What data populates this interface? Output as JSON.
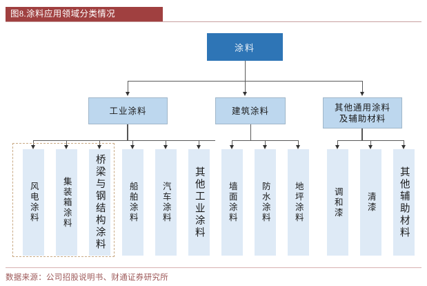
{
  "header": {
    "title": "图8.涂料应用领域分类情况",
    "bar_color": "#A04040",
    "text_color": "#FFFFFF"
  },
  "footer": {
    "source": "数据来源：公司招股说明书、财通证券研究所",
    "text_color": "#9C5757"
  },
  "colors": {
    "root_fill": "#2E75B6",
    "level2_fill": "#BDD7EE",
    "leaf_fill": "#DEEAF6",
    "connector": "#595959",
    "dashed_group": "#C8A882"
  },
  "chart_data": {
    "type": "diagram",
    "title": "图8.涂料应用领域分类情况",
    "root": "涂料",
    "branches": [
      {
        "label": "工业涂料",
        "children": [
          "风电涂料",
          "集装箱涂料",
          "桥梁与钢结构涂料",
          "船舶涂料",
          "汽车涂料",
          "其他工业涂料"
        ],
        "highlighted_children": [
          "风电涂料",
          "集装箱涂料",
          "桥梁与钢结构涂料"
        ]
      },
      {
        "label": "建筑涂料",
        "children": [
          "墙面涂料",
          "防水涂料",
          "地坪涂料"
        ]
      },
      {
        "label": "其他通用涂料及辅助材料",
        "children": [
          "调和漆",
          "清漆",
          "其他辅助材料"
        ]
      }
    ]
  },
  "diagram": {
    "root": {
      "label": "涂料"
    },
    "level2": [
      {
        "label_line1": "工业涂料",
        "label_line2": ""
      },
      {
        "label_line1": "建筑涂料",
        "label_line2": ""
      },
      {
        "label_line1": "其他通用涂料",
        "label_line2": "及辅助材料"
      }
    ],
    "leaves": [
      {
        "label": "风电涂料"
      },
      {
        "label": "集装箱涂料"
      },
      {
        "label": "桥梁与钢结构涂料"
      },
      {
        "label": "船舶涂料"
      },
      {
        "label": "汽车涂料"
      },
      {
        "label": "其他工业涂料"
      },
      {
        "label": "墙面涂料"
      },
      {
        "label": "防水涂料"
      },
      {
        "label": "地坪涂料"
      },
      {
        "label": "调和漆"
      },
      {
        "label": "清漆"
      },
      {
        "label": "其他辅助材料"
      }
    ]
  }
}
